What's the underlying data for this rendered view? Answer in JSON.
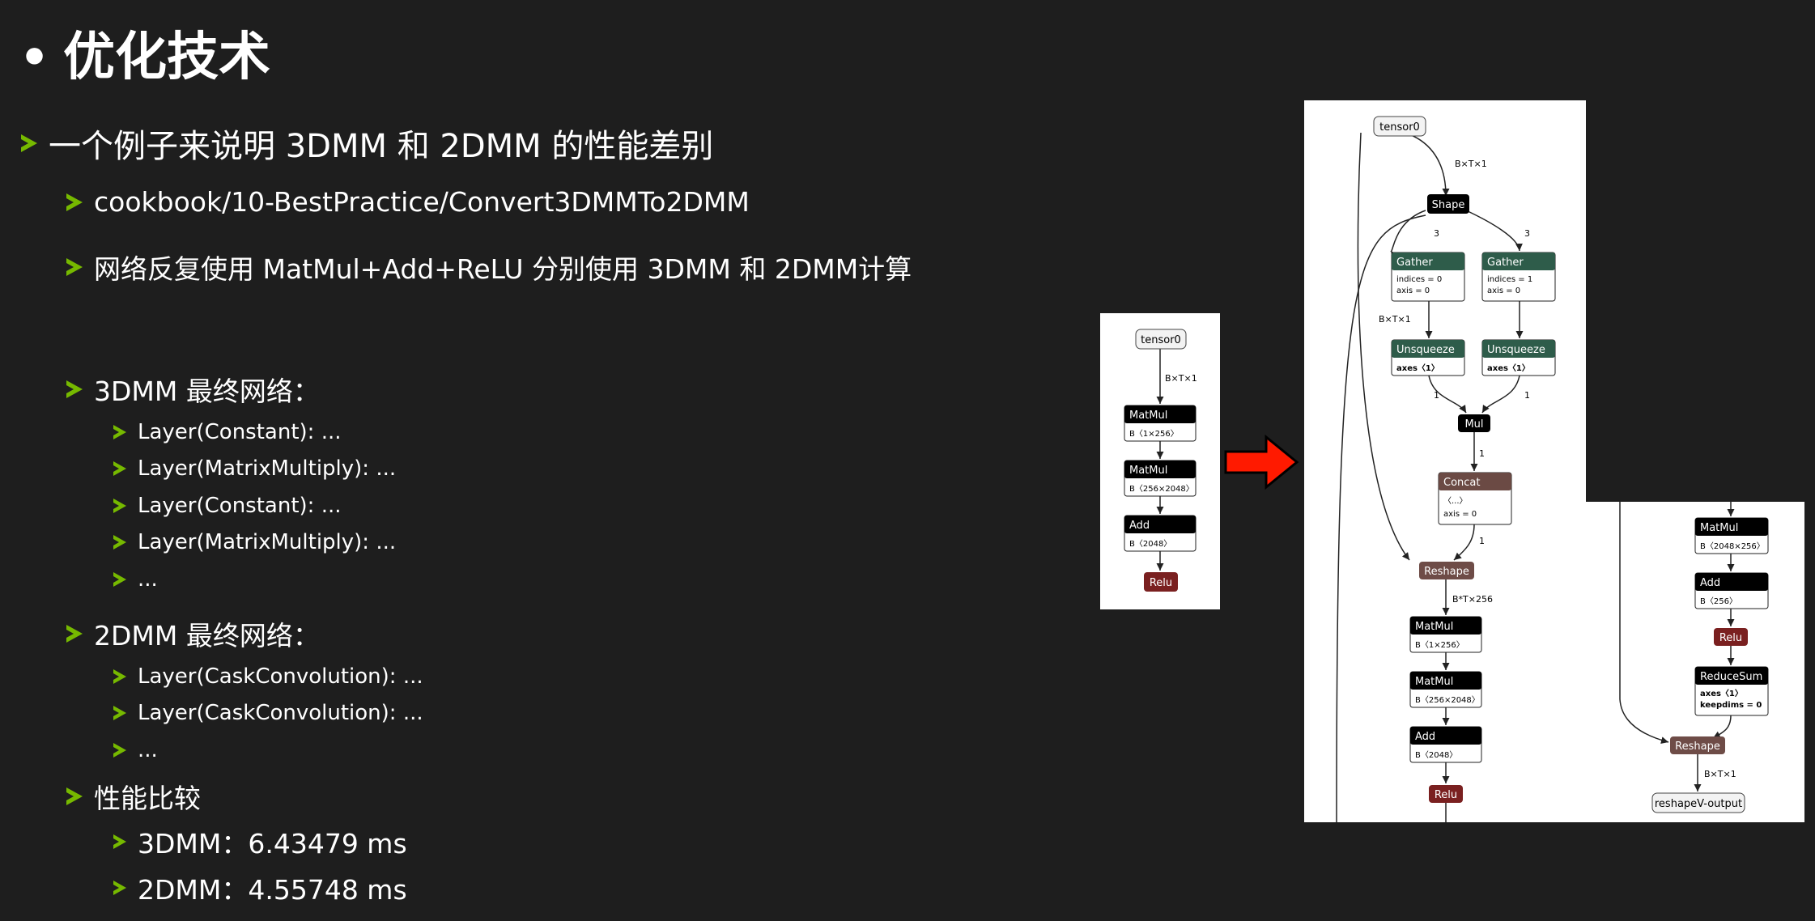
{
  "slide": {
    "title": "优化技术",
    "lines": {
      "l1": "一个例子来说明 3DMM 和 2DMM 的性能差别",
      "l2a": "cookbook/10-BestPractice/Convert3DMMTo2DMM",
      "l2b": "网络反复使用 MatMul+Add+ReLU 分别使用 3DMM 和 2DMM计算",
      "s3dmm": "3DMM 最终网络：",
      "s3_1": "Layer(Constant): ...",
      "s3_2": "Layer(MatrixMultiply): ...",
      "s3_3": "Layer(Constant): ...",
      "s3_4": "Layer(MatrixMultiply): ...",
      "s3_5": "...",
      "s2dmm": "2DMM 最终网络：",
      "s2_1": "Layer(CaskConvolution): ...",
      "s2_2": "Layer(CaskConvolution): ...",
      "s2_3": "...",
      "perf": "性能比较",
      "p1": "3DMM：6.43479 ms",
      "p2": "2DMM：4.55748 ms"
    }
  },
  "left_graph": {
    "input": "tensor0",
    "edge1": "B×T×1",
    "matmul1": "MatMul",
    "matmul1_attr": "B〈1×256〉",
    "matmul2": "MatMul",
    "matmul2_attr": "B〈256×2048〉",
    "add": "Add",
    "add_attr": "B〈2048〉",
    "relu": "Relu"
  },
  "right_graph": {
    "input": "tensor0",
    "e_in": "B×T×1",
    "shape": "Shape",
    "e3a": "3",
    "e3b": "3",
    "gather1": "Gather",
    "gather1_a1": "indices = 0",
    "gather1_a2": "axis = 0",
    "gather2": "Gather",
    "gather2_a1": "indices = 1",
    "gather2_a2": "axis = 0",
    "e_side": "B×T×1",
    "unsq1": "Unsqueeze",
    "unsq1_attr": "axes〈1〉",
    "unsq2": "Unsqueeze",
    "unsq2_attr": "axes〈1〉",
    "e1a": "1",
    "e1b": "1",
    "mul": "Mul",
    "e1c": "1",
    "concat": "Concat",
    "concat_a1": "〈...〉",
    "concat_a2": "axis = 0",
    "e1d": "1",
    "reshape": "Reshape",
    "e_bt": "B*T×256",
    "matmul1": "MatMul",
    "matmul1_attr": "B〈1×256〉",
    "matmul2": "MatMul",
    "matmul2_attr": "B〈256×2048〉",
    "add": "Add",
    "add_attr": "B〈2048〉",
    "relu": "Relu",
    "matmul3": "MatMul",
    "matmul3_attr": "B〈2048×256〉",
    "add2": "Add",
    "add2_attr": "B〈256〉",
    "relu2": "Relu",
    "rsum": "ReduceSum",
    "rsum_a1": "axes〈1〉",
    "rsum_a2": "keepdims = 0",
    "reshape2": "Reshape",
    "e_out": "B×T×1",
    "output": "reshapeV-output"
  },
  "colors": {
    "accent": "#76b900",
    "gather": "#2e5c4a",
    "concat": "#6b4a44",
    "relu": "#7a2020",
    "reshape": "#6e4c47",
    "arrow": "#ff1a00"
  }
}
